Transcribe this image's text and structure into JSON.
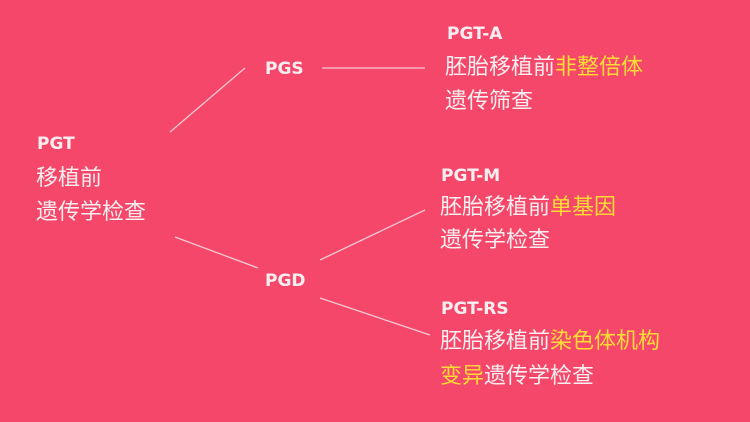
{
  "colors": {
    "background": "#f5476a",
    "highlight": "#ffdc35",
    "text": "#fbeef0"
  },
  "root": {
    "label": "PGT",
    "line1": "移植前",
    "line2": "遗传学检查"
  },
  "pgs": {
    "label": "PGS"
  },
  "pgd": {
    "label": "PGD"
  },
  "pgt_a": {
    "label": "PGT-A",
    "line1_plain": "胚胎移植前",
    "line1_highlight": "非整倍体",
    "line2_plain": "遗传筛查"
  },
  "pgt_m": {
    "label": "PGT-M",
    "line1_plain": "胚胎移植前",
    "line1_highlight": "单基因",
    "line2_plain": "遗传学检查"
  },
  "pgt_rs": {
    "label": "PGT-RS",
    "line1_plain": "胚胎移植前",
    "line1_highlight": "染色体机构",
    "line2_highlight": "变异",
    "line2_plain": "遗传学检查"
  }
}
